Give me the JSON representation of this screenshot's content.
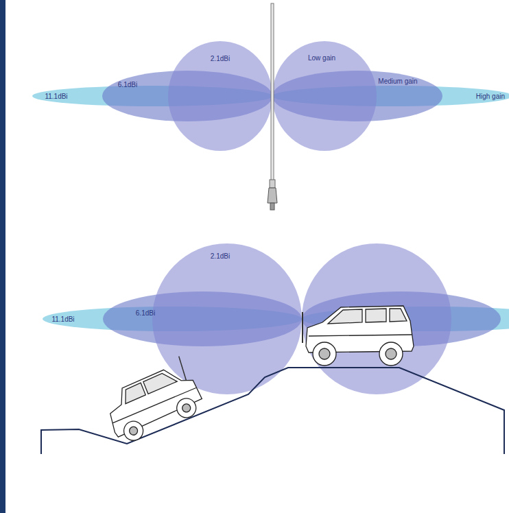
{
  "diagram": {
    "labels": [
      "2.1dBi",
      "6.1dBi",
      "11.1dBi",
      "Low gain",
      "Medium gain",
      "High gain",
      "2.1dBi",
      "6.1dBi",
      "11.1dBi"
    ]
  }
}
